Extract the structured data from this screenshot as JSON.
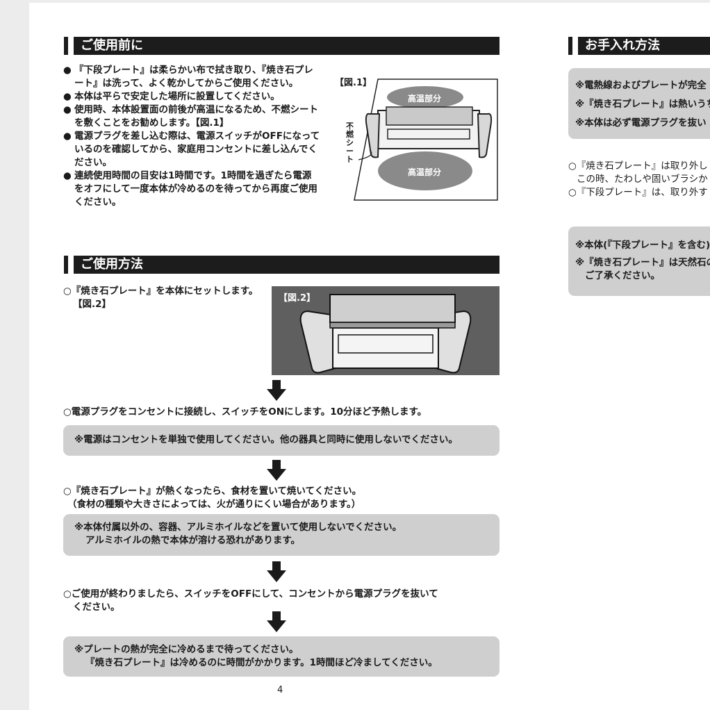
{
  "before_use": {
    "title": "ご使用前に",
    "bullets": [
      "『下段プレート』は柔らかい布で拭き取り、『焼き石プレート』は洗って、よく乾かしてからご使用ください。",
      "本体は平らで安定した場所に設置してください。",
      "使用時、本体設置面の前後が高温になるため、不燃シートを敷くことをお勧めします。【図.1】",
      "電源プラグを差し込む際は、電源スイッチがOFFになっているのを確認してから、家庭用コンセントに差し込んでください。",
      "連続使用時間の目安は1時間です。1時間を過ぎたら電源をオフにして一度本体が冷めるのを待ってから再度ご使用ください。"
    ],
    "figure": {
      "label": "【図.1】",
      "hot_top": "高温部分",
      "hot_bottom": "高温部分",
      "sheet_label": "不燃シート"
    }
  },
  "how_to_use": {
    "title": "ご使用方法",
    "step1": {
      "text": "○『焼き石プレート』を本体にセットします。",
      "ref": "【図.2】"
    },
    "figure2_label": "【図.2】",
    "step2": "○電源プラグをコンセントに接続し、スイッチをONにします。10分ほど予熱します。",
    "note1": "※電源はコンセントを単独で使用してください。他の器具と同時に使用しないでください。",
    "step3_line1": "○『焼き石プレート』が熱くなったら、食材を置いて焼いてください。",
    "step3_line2": "（食材の種類や大きさによっては、火が通りにくい場合があります。）",
    "note2_line1": "※本体付属以外の、容器、アルミホイルなどを置いて使用しないでください。",
    "note2_line2": "アルミホイルの熱で本体が溶ける恐れがあります。",
    "step4_line1": "○ご使用が終わりましたら、スイッチをOFFにして、コンセントから電源プラグを抜いて",
    "step4_line2": "ください。",
    "note3_line1": "※プレートの熱が完全に冷めるまで待ってください。",
    "note3_line2": "『焼き石プレート』は冷めるのに時間がかかります。1時間ほど冷ましてください。"
  },
  "care": {
    "title": "お手入れ方法",
    "note_a": [
      "※電熱線およびプレートが完全",
      "※『焼き石プレート』は熱いうち",
      "※本体は必ず電源プラグを抜い"
    ],
    "lines": [
      "○『焼き石プレート』は取り外し",
      "この時、たわしや固いブラシか",
      "○『下段プレート』は、取り外す"
    ],
    "note_b": [
      "※本体(『下段プレート』を含む)",
      "※『焼き石プレート』は天然石の",
      "ご了承ください。"
    ]
  },
  "page_number": "4"
}
